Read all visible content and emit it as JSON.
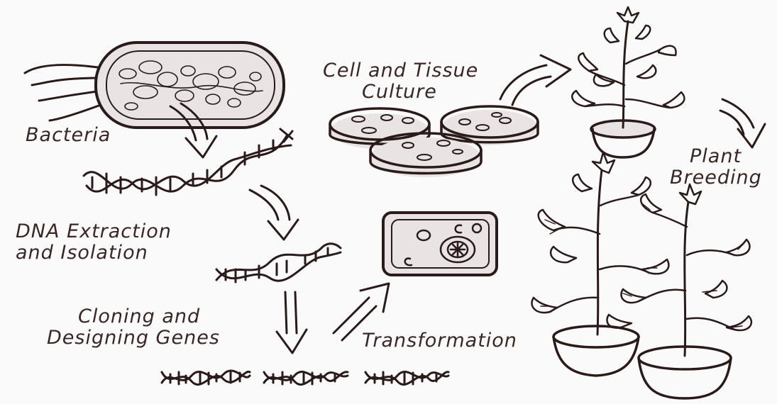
{
  "labels": {
    "bacteria": "Bacteria",
    "dna_line1": "DNA Extraction",
    "dna_line2": "and Isolation",
    "cloning_line1": "Cloning and",
    "cloning_line2": "Designing Genes",
    "culture_line1": "Cell and Tissue",
    "culture_line2": "Culture",
    "transformation": "Transformation",
    "breeding_line1": "Plant",
    "breeding_line2": "Breeding"
  },
  "colors": {
    "ink": "#2a1a19",
    "text": "#3a2624",
    "shade": "#e7e4e3",
    "paper": "#fbfafa"
  }
}
